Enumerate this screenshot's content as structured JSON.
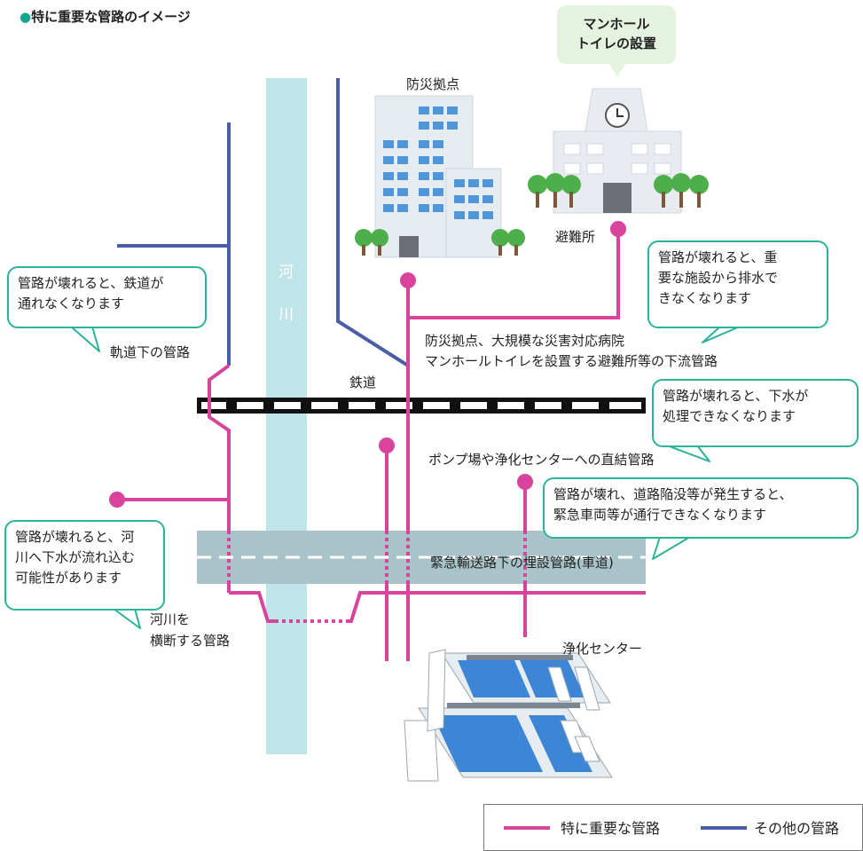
{
  "title": {
    "bullet": "●",
    "text": "特に重要な管路のイメージ"
  },
  "colors": {
    "important": "#d8449c",
    "other": "#4a5ea8",
    "river": "#bfe4ea",
    "road": "#a9c4c8",
    "bubble_border": "#2bb39a",
    "manhole_bg": "#e4f2df"
  },
  "river": {
    "line1": "河",
    "line2": "川"
  },
  "buildings": {
    "disaster_base": "防災拠点",
    "shelter": "避難所",
    "manhole_toilet": {
      "line1": "マンホール",
      "line2": "トイレの設置"
    },
    "treatment_center": "浄化センター"
  },
  "labels": {
    "railway": "鉄道",
    "under_track": "軌道下の管路",
    "river_crossing": {
      "line1": "河川を",
      "line2": "横断する管路"
    },
    "disaster_downstream": {
      "line1": "防災拠点、大規模な災害対応病院",
      "line2": "マンホールトイレを設置する避難所等の下流管路"
    },
    "pump_direct": "ポンプ場や浄化センターへの直結管路",
    "emergency_road": "緊急輸送路下の埋設管路(車道)"
  },
  "bubbles": {
    "railway": {
      "line1": "管路が壊れると、鉄道が",
      "line2": "通れなくなります"
    },
    "facility": {
      "line1": "管路が壊れると、重",
      "line2": "要な施設から排水で",
      "line3": "きなくなります"
    },
    "treatment": {
      "line1": "管路が壊れると、下水が",
      "line2": "処理できなくなります"
    },
    "road": {
      "line1": "管路が壊れ、道路陥没等が発生すると、",
      "line2": "緊急車両等が通行できなくなります"
    },
    "river": {
      "line1": "管路が壊れると、河",
      "line2": "川へ下水が流れ込む",
      "line3": "可能性があります"
    }
  },
  "legend": {
    "important": "特に重要な管路",
    "other": "その他の管路"
  }
}
